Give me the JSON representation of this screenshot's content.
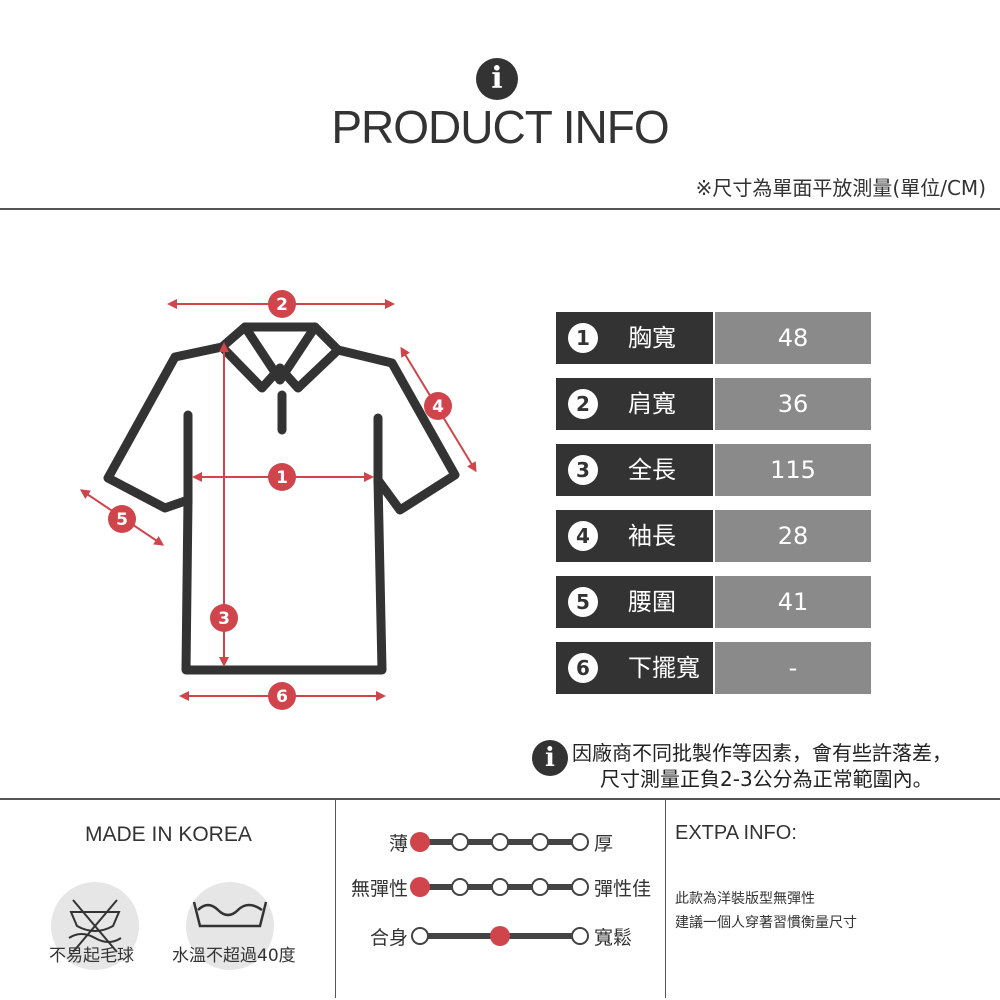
{
  "header": {
    "info_glyph": "i",
    "title": "PRODUCT INFO",
    "note": "※尺寸為單面平放測量(單位/CM)"
  },
  "diagram_markers": [
    "1",
    "2",
    "3",
    "4",
    "5",
    "6"
  ],
  "sizes": [
    {
      "num": "1",
      "label": "胸寬",
      "value": "48"
    },
    {
      "num": "2",
      "label": "肩寬",
      "value": "36"
    },
    {
      "num": "3",
      "label": "全長",
      "value": "115"
    },
    {
      "num": "4",
      "label": "袖長",
      "value": "28"
    },
    {
      "num": "5",
      "label": "腰圍",
      "value": "41"
    },
    {
      "num": "6",
      "label": "下擺寬",
      "value": "-"
    }
  ],
  "disclaimer": {
    "glyph": "i",
    "line1": "因廠商不同批製作等因素，會有些許落差，",
    "line2": "尺寸測量正負2-3公分為正常範圍內。"
  },
  "origin": {
    "made_in": "MADE IN KOREA",
    "care": [
      {
        "icon": "no-pilling-icon",
        "label": "不易起毛球"
      },
      {
        "icon": "wash-temperature-icon",
        "label": "水溫不超過40度"
      }
    ]
  },
  "scales": [
    {
      "left": "薄",
      "right": "厚",
      "level": 0,
      "points": 5
    },
    {
      "left": "無彈性",
      "right": "彈性佳",
      "level": 0,
      "points": 5
    },
    {
      "left": "合身",
      "right": "寬鬆",
      "level": 0.5,
      "points": 3
    }
  ],
  "extra": {
    "title": "EXTPA INFO:",
    "line1": "此款為洋裝版型無彈性",
    "line2": "建議一個人穿著習慣衡量尺寸"
  },
  "colors": {
    "accent": "#d0454b",
    "dark": "#333333",
    "grey": "#8a8a8a"
  }
}
